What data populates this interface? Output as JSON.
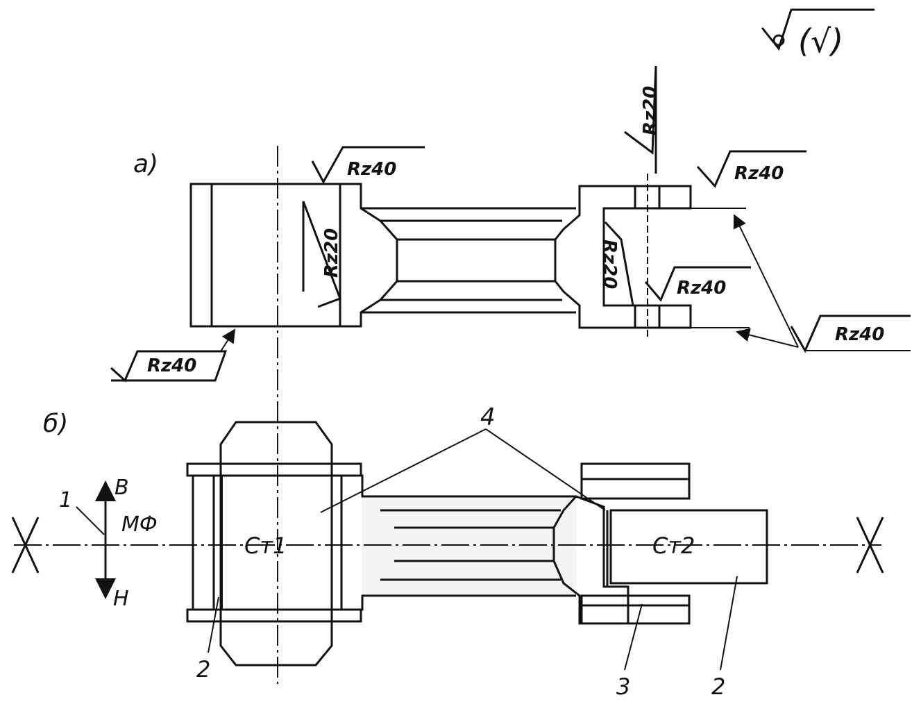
{
  "views": {
    "a_label": "а)",
    "b_label": "б)"
  },
  "roughness": {
    "general": "(√)",
    "rz40_top_left": "Rz40",
    "rz20_left": "Rz20",
    "rz40_bottom_left": "Rz40",
    "rz20_top_right": "Rz20",
    "rz40_top_right": "Rz40",
    "rz20_right_inner": "Rz20",
    "rz40_mid_right": "Rz40",
    "rz40_far_right": "Rz40"
  },
  "fixture": {
    "station1": "Ст1",
    "station2": "Ст2",
    "up": "В",
    "down": "Н",
    "mf": "МФ",
    "callout_1": "1",
    "callout_2_left": "2",
    "callout_3": "3",
    "callout_2_right": "2",
    "callout_4": "4"
  }
}
